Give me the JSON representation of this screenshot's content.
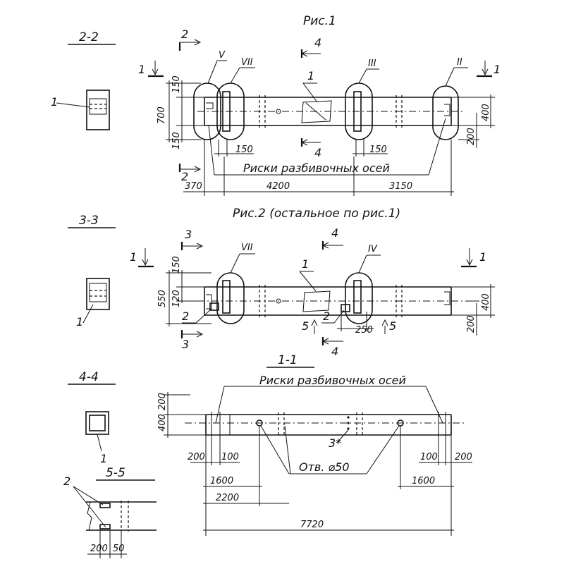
{
  "fig1": {
    "title": "Рис.1",
    "section_22": "2-2",
    "cut_1": "1",
    "cut_2": "2",
    "cut_4": "4",
    "roman_v": "V",
    "roman_vii": "VII",
    "roman_iii": "III",
    "roman_ii": "II",
    "pos_1": "1",
    "dim_150_top": "150",
    "dim_700": "700",
    "dim_150_bot": "150",
    "dim_400": "400",
    "dim_200": "200",
    "dim_150_a": "150",
    "dim_150_b": "150",
    "axes_note": "Риски разбивочных осей",
    "dim_370": "370",
    "dim_4200": "4200",
    "dim_3150": "3150"
  },
  "fig2": {
    "title": "Рис.2 (остальное по рис.1)",
    "section_33": "3-3",
    "cut_1": "1",
    "cut_3": "3",
    "cut_4": "4",
    "cut_5": "5",
    "roman_vii": "VII",
    "roman_iv": "IV",
    "pos_1": "1",
    "pos_2": "2",
    "dim_150": "150",
    "dim_550": "550",
    "dim_120": "120",
    "dim_400": "400",
    "dim_200": "200",
    "dim_250": "250"
  },
  "fig3": {
    "section_11": "1-1",
    "section_44": "4-4",
    "section_55": "5-5",
    "axes_note": "Риски разбивочных осей",
    "pos_1": "1",
    "pos_2": "2",
    "pos_3": "3*",
    "dim_200_left": "200",
    "dim_400": "400",
    "dim_200": "200",
    "dim_100": "100",
    "hole_note": "Отв. ⌀50",
    "dim_1600": "1600",
    "dim_2200": "2200",
    "dim_7720": "7720",
    "dim_200_s5": "200",
    "dim_50_s5": "50"
  }
}
